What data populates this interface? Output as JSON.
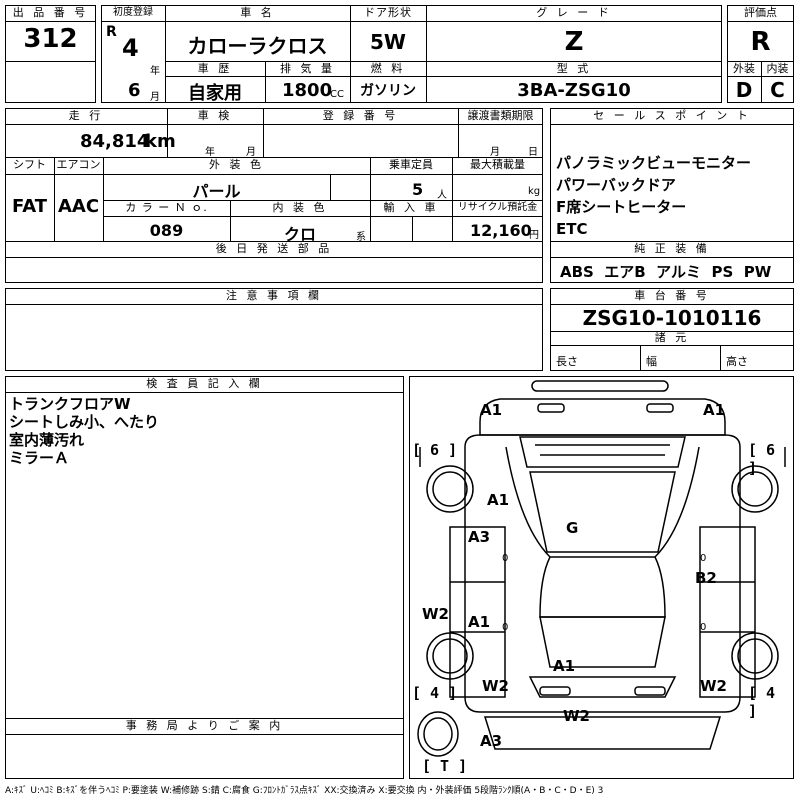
{
  "lot": {
    "label": "出 品 番 号",
    "value": "312"
  },
  "first_reg": {
    "label": "初度登録",
    "era": "R",
    "year": "4",
    "year_unit": "年",
    "month": "6",
    "month_unit": "月"
  },
  "car_name": {
    "label": "車 名",
    "value": "カローラクロス"
  },
  "doors": {
    "label": "ドア形状",
    "value": "5W"
  },
  "grade": {
    "label": "グ レ ー ド",
    "value": "Z"
  },
  "rating": {
    "label": "評価点",
    "value": "R",
    "exterior_label": "外装",
    "exterior": "D",
    "interior_label": "内装",
    "interior": "C"
  },
  "history": {
    "label": "車 歴",
    "value": "自家用"
  },
  "displacement": {
    "label": "排 気 量",
    "value": "1800",
    "unit": "CC"
  },
  "fuel": {
    "label": "燃 料",
    "value": "ガソリン"
  },
  "model": {
    "label": "型 式",
    "value": "3BA-ZSG10"
  },
  "mileage": {
    "label": "走 行",
    "value": "84,814",
    "unit": "km"
  },
  "inspection": {
    "label": "車 検",
    "year_unit": "年",
    "month_unit": "月"
  },
  "registration": {
    "label": "登 録 番 号"
  },
  "transfer": {
    "label": "譲渡書類期限",
    "month_unit": "月",
    "day_unit": "日"
  },
  "sales_points": {
    "label": "セ ー ル ス ポ イ ン ト",
    "items": [
      "パノラミックビューモニター",
      "パワーバックドア",
      "F席シートヒーター",
      "ETC"
    ]
  },
  "shift": {
    "label": "シフト",
    "value": "FAT"
  },
  "aircon": {
    "label": "エアコン",
    "value": "AAC"
  },
  "ext_color": {
    "label": "外 装 色",
    "value": "パール"
  },
  "capacity": {
    "label": "乗車定員",
    "value": "5",
    "unit": "人"
  },
  "max_load": {
    "label": "最大積載量",
    "unit": "kg"
  },
  "color_no": {
    "label": "カ ラ ー Ｎ ｏ.",
    "value": "089"
  },
  "int_color": {
    "label": "内 装 色",
    "value": "クロ",
    "unit": "系"
  },
  "import": {
    "label": "輸 入 車"
  },
  "recycle": {
    "label": "リサイクル預託金",
    "value": "12,160",
    "unit": "円"
  },
  "later_parts": {
    "label": "後 日 発 送 部 品"
  },
  "genuine": {
    "label": "純 正 装 備",
    "value": "ABS  エアB  アルミ  PS  PW"
  },
  "notes": {
    "label": "注 意 事 項 欄"
  },
  "chassis": {
    "label": "車 台 番 号",
    "value": "ZSG10-1010116"
  },
  "specs": {
    "label": "諸 元",
    "length": "長さ",
    "width": "幅",
    "height": "高さ"
  },
  "inspector": {
    "label": "検 査 員 記 入 欄",
    "lines": [
      "トランクフロアW",
      "シートしみ小、へたり",
      "室内薄汚れ",
      "ミラーＡ"
    ]
  },
  "office": {
    "label": "事 務 局 よ り ご 案 内"
  },
  "diagram": {
    "marks": {
      "a1_front_left": "A1",
      "a1_front_right": "A1",
      "a1_bonnet": "A1",
      "a3_left_front": "A3",
      "g_glass": "G",
      "b2_right": "B2",
      "w2_left": "W2",
      "a1_left_door": "A1",
      "a1_rear_roof": "A1",
      "w2_left_rear": "W2",
      "w2_right_rear": "W2",
      "w2_rear": "W2",
      "a3_bumper": "A3"
    },
    "tires": {
      "fl": "[ 6 ]",
      "fr": "[ 6 ]",
      "rl": "[ 4 ]",
      "rr": "[ 4 ]",
      "spare": "[ T ]"
    },
    "zero_marks": [
      "0",
      "0",
      "0",
      "0"
    ]
  },
  "legend": "A:ｷｽﾞ U:ﾍｺﾐ B:ｷｽﾞを伴うﾍｺﾐ P:要塗装 W:補修跡 S:錆 C:腐食 G:ﾌﾛﾝﾄｶﾞﾗｽ点ｷｽﾞ XX:交換済み X:要交換  内・外装評価 5段階ﾗﾝｸ順(A・B・C・D・E) 3"
}
